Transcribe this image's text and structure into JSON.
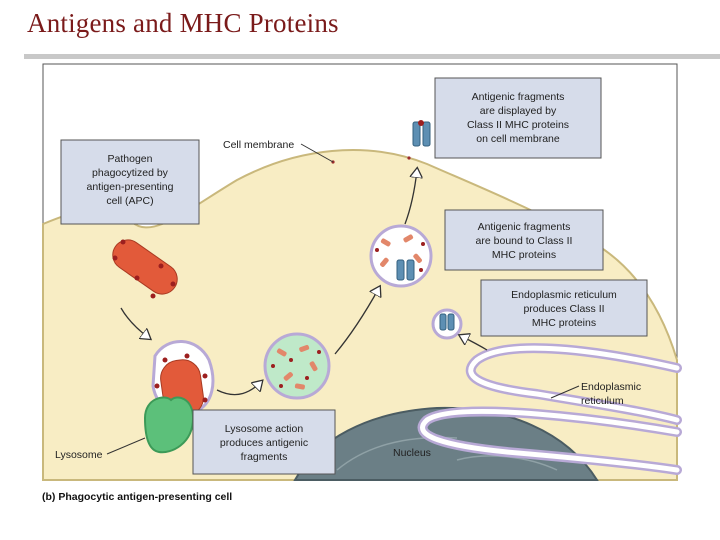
{
  "title": "Antigens and MHC Proteins",
  "boxes": {
    "pathogen": [
      "Pathogen",
      "phagocytized by",
      "antigen-presenting",
      "cell (APC)"
    ],
    "displayed": [
      "Antigenic fragments",
      "are displayed by",
      "Class II MHC proteins",
      "on cell membrane"
    ],
    "bound": [
      "Antigenic fragments",
      "are bound to Class II",
      "MHC proteins"
    ],
    "er_produces": [
      "Endoplasmic reticulum",
      "produces Class II",
      "MHC proteins"
    ],
    "lysosome_action": [
      "Lysosome action",
      "produces antigenic",
      "fragments"
    ]
  },
  "labels": {
    "cell_membrane": "Cell membrane",
    "endoplasmic_reticulum": [
      "Endoplasmic",
      "reticulum"
    ],
    "lysosome": "Lysosome",
    "nucleus": "Nucleus"
  },
  "caption": {
    "part": "(b)",
    "text": "Phagocytic antigen-presenting cell"
  },
  "colors": {
    "title": "#7a1a1a",
    "cytoplasm": "#f8edc4",
    "box_fill": "#d6dcea",
    "pathogen": "#e25a3a",
    "lysosome": "#5cc07a",
    "mhc": "#5d8fb3"
  }
}
